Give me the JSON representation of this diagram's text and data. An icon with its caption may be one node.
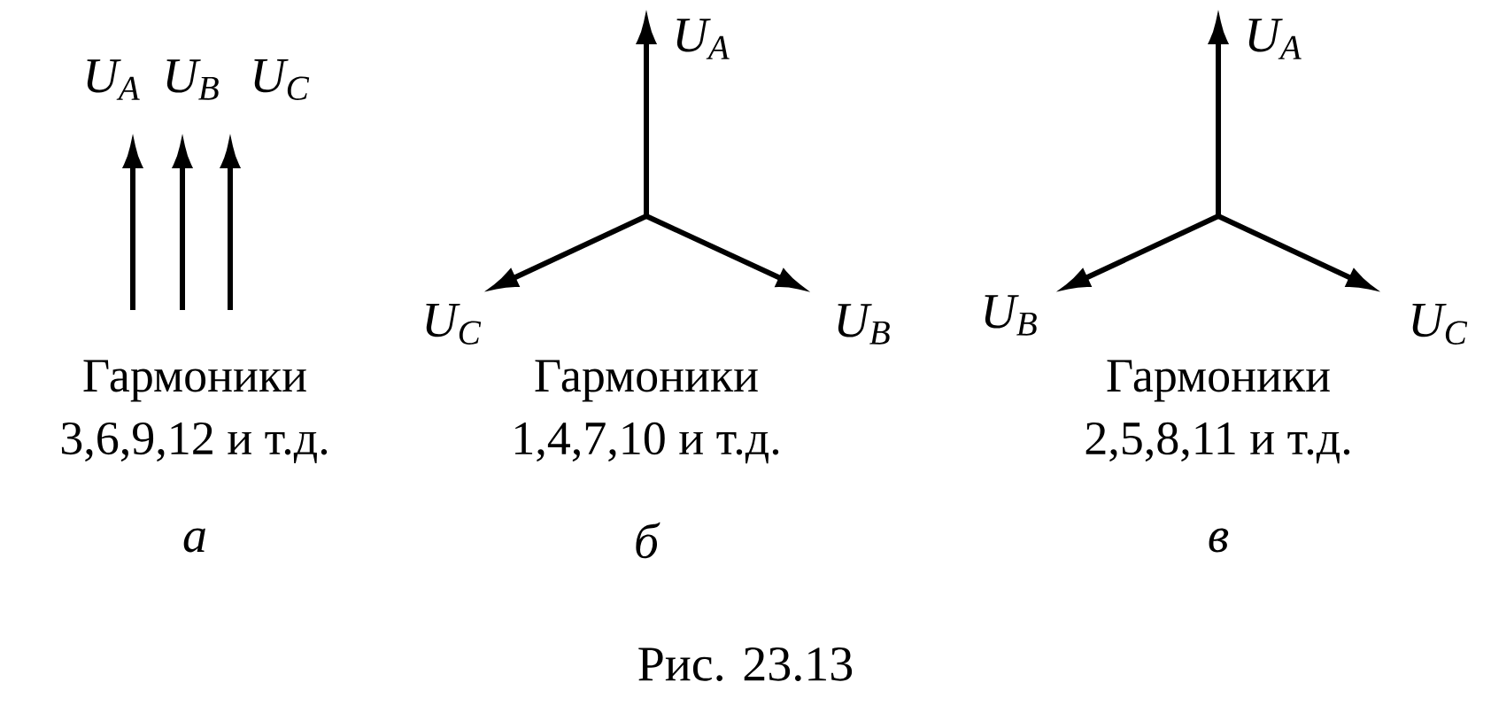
{
  "diagram": {
    "caption": "Рис. 23.13",
    "labels": [
      "U$_{A}$",
      "U$_{B}$",
      "U$_{C}$",
      "U$_{A}$",
      "U$_{A}$",
      "U$_{C}$",
      "U$_{B}$",
      "U$_{B}$",
      "U$_{C}$",
      "Гармоники",
      "Гармоники",
      "Гармоники",
      "3,6,9,12 и т.д.",
      "1,4,7,10 и т.д.",
      "2,5,8,11 и т.д.",
      "а",
      "б",
      "в"
    ]
  }
}
